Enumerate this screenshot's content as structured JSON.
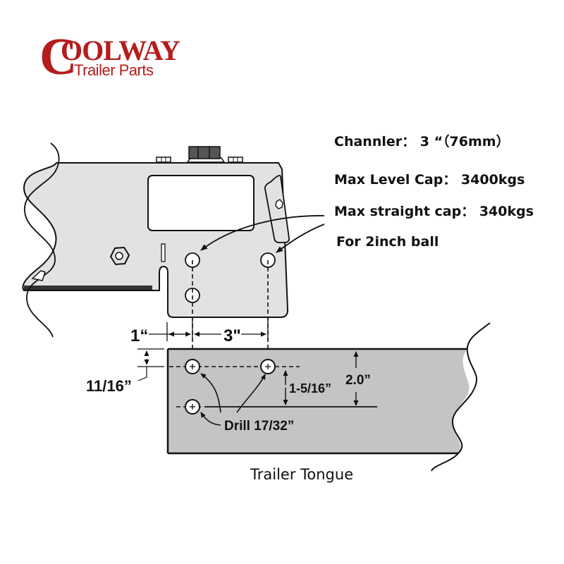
{
  "brand": {
    "initial": "C",
    "name_rest": "OOLWAY",
    "tagline": "Trailer Parts",
    "color": "#b51c1c"
  },
  "specs": [
    {
      "label": "Channler",
      "value": "3 “（76mm）",
      "text": "Channler： 3 “（76mm）"
    },
    {
      "label": "Max Level Cap",
      "value": "3400kgs",
      "text": "Max Level Cap： 3400kgs"
    },
    {
      "label": "Max straight cap",
      "value": "340kgs",
      "text": "Max straight cap： 340kgs"
    },
    {
      "label": "For 2inch ball",
      "value": "",
      "text": "For 2inch ball"
    }
  ],
  "dimensions": {
    "edge_to_first_hole": "1“",
    "hole_spacing": "3\"",
    "top_offset": "11/16”",
    "hole_vertical_spacing": "1-5/16”",
    "overall_height": "2.0”",
    "drill_size": "Drill 17/32”"
  },
  "caption": "Trailer Tongue",
  "colors": {
    "bracket_fill": "#e2e2e2",
    "tongue_fill": "#c4c4c4",
    "line": "#111111",
    "bolt": "#555555"
  }
}
